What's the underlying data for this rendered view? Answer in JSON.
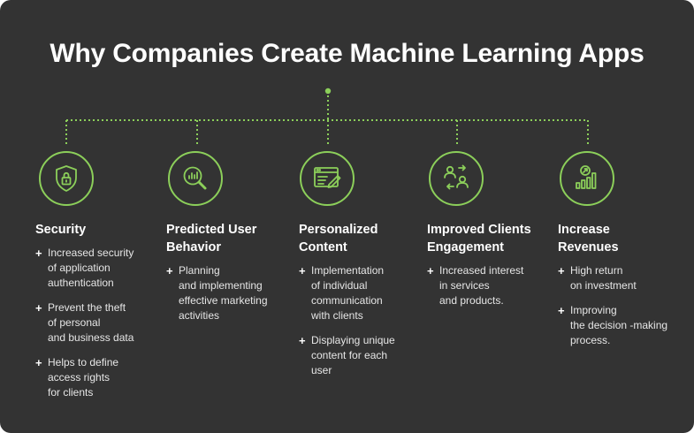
{
  "title": "Why Companies Create Machine Learning Apps",
  "colors": {
    "accent": "#8ccf5a",
    "background": "#333333",
    "text": "#ffffff"
  },
  "items": [
    {
      "icon": "shield-lock-icon",
      "heading": "Security",
      "points": [
        "Increased security\nof application\nauthentication",
        "Prevent the theft\nof personal\nand business data",
        "Helps to define\naccess rights\nfor clients"
      ]
    },
    {
      "icon": "magnifier-chart-icon",
      "heading": "Predicted User\nBehavior",
      "points": [
        "Planning\nand implementing\neffective marketing\nactivities"
      ]
    },
    {
      "icon": "browser-pen-icon",
      "heading": "Personalized\nContent",
      "points": [
        "Implementation\nof individual\ncommunication\nwith clients",
        "Displaying unique\ncontent for each\nuser"
      ]
    },
    {
      "icon": "users-exchange-icon",
      "heading": "Improved Clients\nEngagement",
      "points": [
        "Increased interest\nin services\nand products."
      ]
    },
    {
      "icon": "growth-chart-icon",
      "heading": "Increase\nRevenues",
      "points": [
        "High return\non investment",
        "Improving\nthe decision -making\nprocess."
      ]
    }
  ]
}
